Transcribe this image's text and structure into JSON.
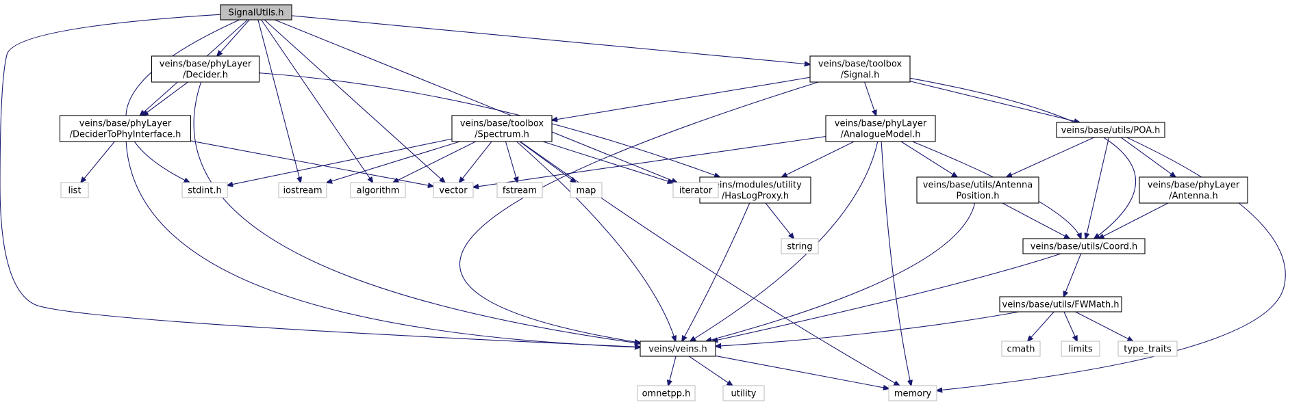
{
  "title": "SignalUtils.h",
  "colors": {
    "edge": "#191970",
    "node_border": "#000000",
    "ghost_border": "#bfbfbf",
    "root_fill": "#bfbfbf",
    "node_fill": "#ffffff"
  },
  "nodes": [
    {
      "id": "signalutils",
      "kind": "root",
      "lines": [
        "SignalUtils.h"
      ]
    },
    {
      "id": "decider",
      "kind": "file",
      "lines": [
        "veins/base/phyLayer",
        "/Decider.h"
      ]
    },
    {
      "id": "signal",
      "kind": "file",
      "lines": [
        "veins/base/toolbox",
        "/Signal.h"
      ]
    },
    {
      "id": "decidertophy",
      "kind": "file",
      "lines": [
        "veins/base/phyLayer",
        "/DeciderToPhyInterface.h"
      ]
    },
    {
      "id": "spectrum",
      "kind": "file",
      "lines": [
        "veins/base/toolbox",
        "/Spectrum.h"
      ]
    },
    {
      "id": "analogue",
      "kind": "file",
      "lines": [
        "veins/base/phyLayer",
        "/AnalogueModel.h"
      ]
    },
    {
      "id": "poa",
      "kind": "file",
      "lines": [
        "veins/base/utils/POA.h"
      ]
    },
    {
      "id": "haslogproxy",
      "kind": "file",
      "lines": [
        "veins/modules/utility",
        "/HasLogProxy.h"
      ]
    },
    {
      "id": "antennapos",
      "kind": "file",
      "lines": [
        "veins/base/utils/Antenna",
        "Position.h"
      ]
    },
    {
      "id": "antenna",
      "kind": "file",
      "lines": [
        "veins/base/phyLayer",
        "/Antenna.h"
      ]
    },
    {
      "id": "coord",
      "kind": "file",
      "lines": [
        "veins/base/utils/Coord.h"
      ]
    },
    {
      "id": "fwmath",
      "kind": "file",
      "lines": [
        "veins/base/utils/FWMath.h"
      ]
    },
    {
      "id": "veins",
      "kind": "file",
      "lines": [
        "veins/veins.h"
      ]
    },
    {
      "id": "list",
      "kind": "system",
      "lines": [
        "list"
      ]
    },
    {
      "id": "stdint",
      "kind": "system",
      "lines": [
        "stdint.h"
      ]
    },
    {
      "id": "iostream",
      "kind": "system",
      "lines": [
        "iostream"
      ]
    },
    {
      "id": "algorithm",
      "kind": "system",
      "lines": [
        "algorithm"
      ]
    },
    {
      "id": "vector",
      "kind": "system",
      "lines": [
        "vector"
      ]
    },
    {
      "id": "fstream",
      "kind": "system",
      "lines": [
        "fstream"
      ]
    },
    {
      "id": "map",
      "kind": "system",
      "lines": [
        "map"
      ]
    },
    {
      "id": "iterator",
      "kind": "system",
      "lines": [
        "iterator"
      ]
    },
    {
      "id": "string",
      "kind": "system",
      "lines": [
        "string"
      ]
    },
    {
      "id": "cmath",
      "kind": "system",
      "lines": [
        "cmath"
      ]
    },
    {
      "id": "limits",
      "kind": "system",
      "lines": [
        "limits"
      ]
    },
    {
      "id": "type_traits",
      "kind": "system",
      "lines": [
        "type_traits"
      ]
    },
    {
      "id": "omnetpp",
      "kind": "system",
      "lines": [
        "omnetpp.h"
      ]
    },
    {
      "id": "utility",
      "kind": "system",
      "lines": [
        "utility"
      ]
    },
    {
      "id": "memory",
      "kind": "system",
      "lines": [
        "memory"
      ]
    }
  ],
  "edges": [
    [
      "signalutils",
      "decider"
    ],
    [
      "signalutils",
      "signal"
    ],
    [
      "signalutils",
      "decidertophy"
    ],
    [
      "signalutils",
      "stdint"
    ],
    [
      "signalutils",
      "iostream"
    ],
    [
      "signalutils",
      "algorithm"
    ],
    [
      "signalutils",
      "vector"
    ],
    [
      "signalutils",
      "iterator"
    ],
    [
      "signalutils",
      "veins"
    ],
    [
      "decider",
      "decidertophy"
    ],
    [
      "decider",
      "haslogproxy"
    ],
    [
      "decider",
      "veins"
    ],
    [
      "decidertophy",
      "list"
    ],
    [
      "decidertophy",
      "vector"
    ],
    [
      "decidertophy",
      "veins"
    ],
    [
      "signal",
      "spectrum"
    ],
    [
      "signal",
      "analogue"
    ],
    [
      "signal",
      "poa"
    ],
    [
      "signal",
      "coord"
    ],
    [
      "signal",
      "veins"
    ],
    [
      "spectrum",
      "stdint"
    ],
    [
      "spectrum",
      "iostream"
    ],
    [
      "spectrum",
      "algorithm"
    ],
    [
      "spectrum",
      "vector"
    ],
    [
      "spectrum",
      "fstream"
    ],
    [
      "spectrum",
      "map"
    ],
    [
      "spectrum",
      "iterator"
    ],
    [
      "spectrum",
      "memory"
    ],
    [
      "spectrum",
      "veins"
    ],
    [
      "analogue",
      "vector"
    ],
    [
      "analogue",
      "haslogproxy"
    ],
    [
      "analogue",
      "antennapos"
    ],
    [
      "analogue",
      "coord"
    ],
    [
      "analogue",
      "veins"
    ],
    [
      "analogue",
      "memory"
    ],
    [
      "poa",
      "antennapos"
    ],
    [
      "poa",
      "antenna"
    ],
    [
      "poa",
      "coord"
    ],
    [
      "poa",
      "memory"
    ],
    [
      "haslogproxy",
      "string"
    ],
    [
      "haslogproxy",
      "veins"
    ],
    [
      "antennapos",
      "coord"
    ],
    [
      "antennapos",
      "veins"
    ],
    [
      "antenna",
      "coord"
    ],
    [
      "coord",
      "fwmath"
    ],
    [
      "coord",
      "veins"
    ],
    [
      "fwmath",
      "cmath"
    ],
    [
      "fwmath",
      "limits"
    ],
    [
      "fwmath",
      "type_traits"
    ],
    [
      "fwmath",
      "veins"
    ],
    [
      "veins",
      "omnetpp"
    ],
    [
      "veins",
      "utility"
    ],
    [
      "veins",
      "memory"
    ]
  ]
}
